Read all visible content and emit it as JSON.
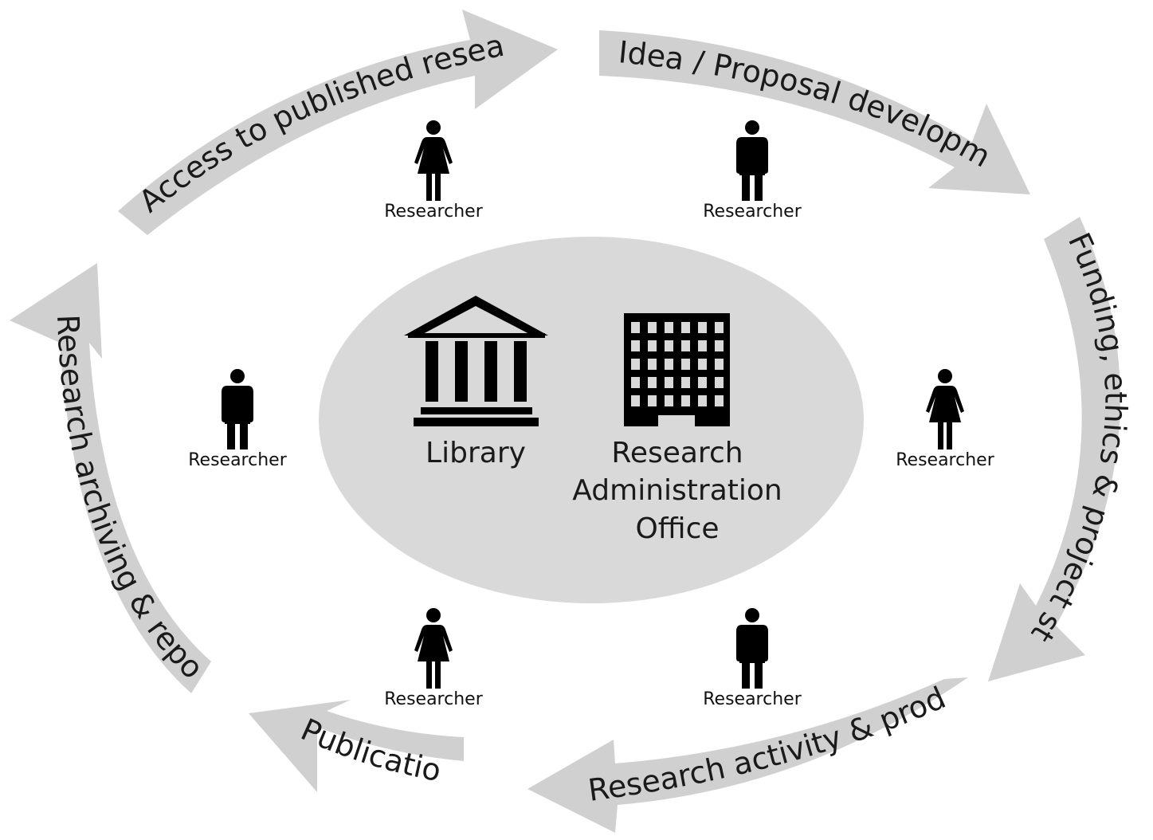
{
  "colors": {
    "arrow_fill": "#d0d0d0",
    "hub_fill": "#d9d9d9",
    "icon_fill": "#000000",
    "text": "#1a1a1a"
  },
  "cycle": {
    "stages": [
      {
        "label": "Idea / Proposal development"
      },
      {
        "label": "Funding, ethics & project startup"
      },
      {
        "label": "Research activity & product"
      },
      {
        "label": "Publication"
      },
      {
        "label": "Research archiving & reporting"
      },
      {
        "label": "Access to published research"
      }
    ]
  },
  "hub": {
    "library": {
      "label": "Library",
      "icon": "library-building-icon"
    },
    "office": {
      "label_lines": [
        "Research",
        "Administration",
        "Office"
      ],
      "icon": "office-building-icon"
    }
  },
  "researchers": [
    {
      "label": "Researcher",
      "icon": "woman-icon"
    },
    {
      "label": "Researcher",
      "icon": "man-icon"
    },
    {
      "label": "Researcher",
      "icon": "man-icon"
    },
    {
      "label": "Researcher",
      "icon": "woman-icon"
    },
    {
      "label": "Researcher",
      "icon": "woman-icon"
    },
    {
      "label": "Researcher",
      "icon": "man-icon"
    }
  ]
}
